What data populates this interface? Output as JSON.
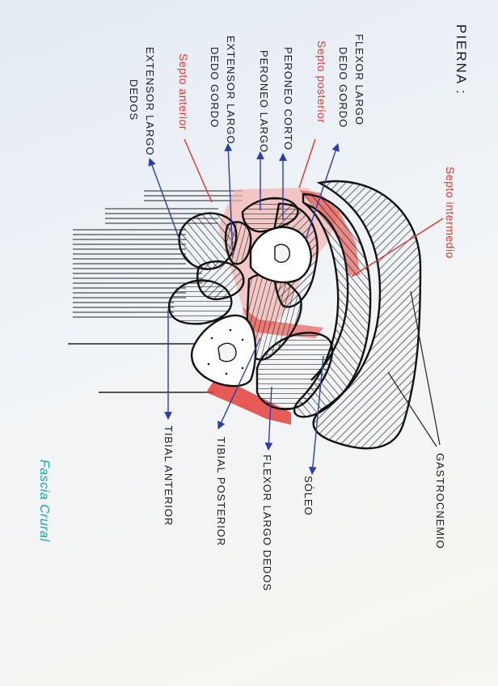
{
  "title": "PIERNA :",
  "labels": {
    "flexor_largo_dedo_gordo_1": "FLEXOR LARGO",
    "flexor_largo_dedo_gordo_2": "DEDO GORDO",
    "septo_posterior": "Septo posterior",
    "peroneo_corto": "PERONEO CORTO",
    "peroneo_largo": "PERONEO LARGO",
    "extensor_largo_dedo_gordo_1": "EXTENSOR LARGO",
    "extensor_largo_dedo_gordo_2": "DEDO GORDO",
    "septo_anterior": "Septo anterior",
    "extensor_largo_dedos_1": "EXTENSOR LARGO",
    "extensor_largo_dedos_2": "DEDOS",
    "septo_intermedio": "Septo intermedio",
    "gastrocnemio": "GASTROCNEMIO",
    "soleo": "SÓLEO",
    "flexor_largo_dedos": "FLEXOR LARGO DEDOS",
    "tibial_posterior": "TIBIAL POSTERIOR",
    "tibial_anterior": "TIBIAL ANTERIOR",
    "fascia_crural": "Fascia Crural"
  },
  "colors": {
    "ink": "#1a1a1a",
    "septum_red": "#e3342f",
    "arrow_blue": "#2b3ea8",
    "fascia_teal": "#17a3b0"
  }
}
